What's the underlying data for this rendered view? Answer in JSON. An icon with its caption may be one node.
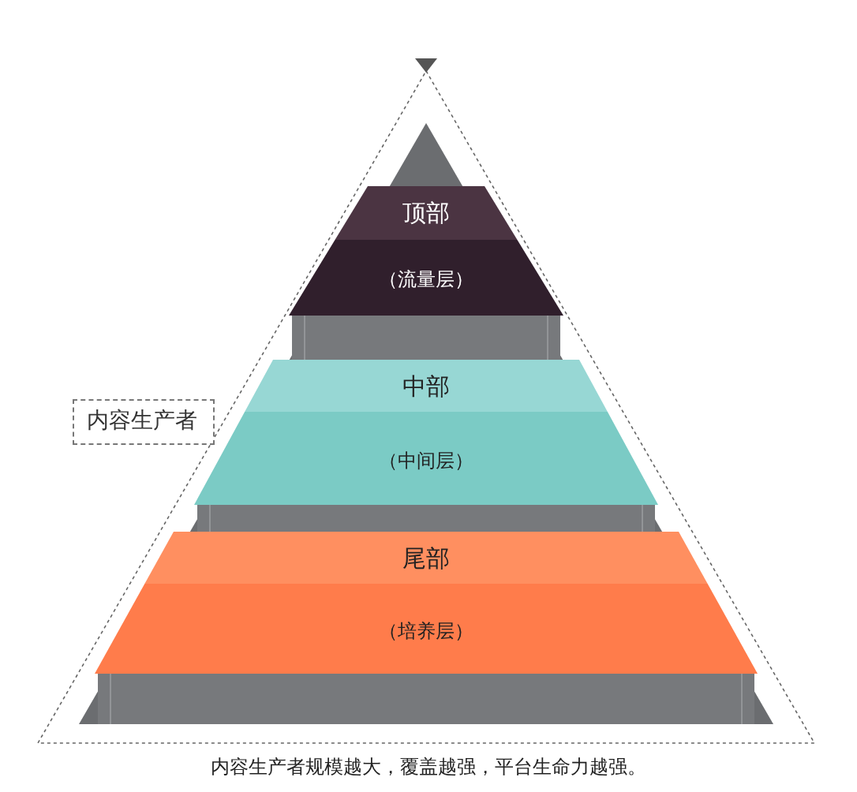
{
  "diagram": {
    "caption": "内容生产者规模越大，覆盖越强，平台生命力越强。",
    "nodes": [
      {
        "text": [
          "顶部",
          "（流量层）"
        ]
      },
      {
        "text": [
          "中部",
          "（中间层）"
        ]
      },
      {
        "text": [
          "尾部",
          "（培养层）"
        ]
      },
      {
        "text": [
          "内容生产者"
        ]
      }
    ]
  }
}
